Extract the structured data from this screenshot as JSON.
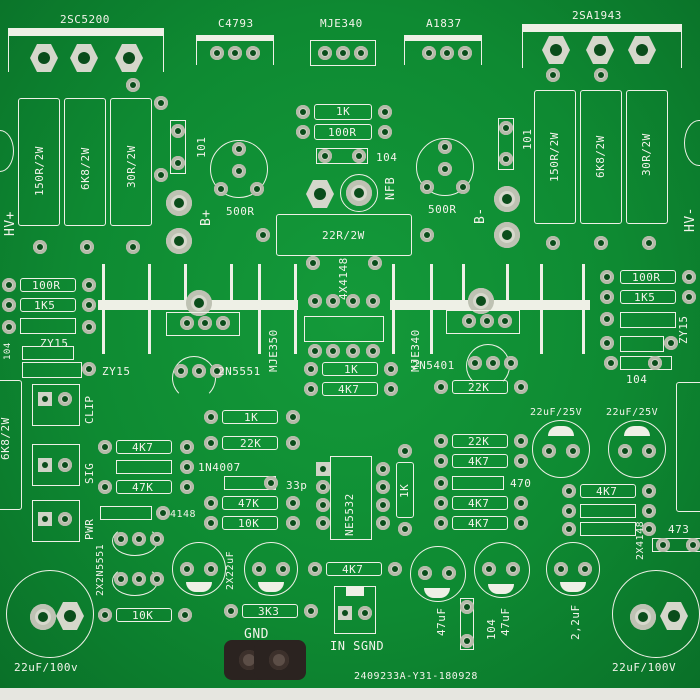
{
  "board": {
    "transistors_top": [
      "2SC5200",
      "C4793",
      "MJE340",
      "A1837",
      "2SA1943"
    ],
    "emitter_resistors_left": [
      "150R/2W",
      "6K8/2W",
      "30R/2W"
    ],
    "emitter_resistors_right": [
      "150R/2W",
      "6K8/2W",
      "30R/2W"
    ],
    "cap_101_left": "101",
    "cap_101_right": "101",
    "rail_pos": "B+",
    "rail_neg": "B-",
    "hv_pos": "HV+",
    "hv_neg": "HV-",
    "trim_left": "500R",
    "trim_right": "500R",
    "res_1k_top": "1K",
    "res_100r_top": "100R",
    "cap_104_top": "104",
    "nfb": "NFB",
    "res_22r": "22R/2W",
    "diodes_4x4148": "4X4148",
    "driver_left": "MJE350",
    "driver_right": "MJE340",
    "left_res_100r": "100R",
    "left_res_1k5": "1K5",
    "left_zy15_a": "ZY15",
    "left_104": "104",
    "left_zy15_b": "ZY15",
    "left_6k8": "6K8/2W",
    "right_res_100r": "100R",
    "right_res_1k5": "1K5",
    "right_zy15": "ZY15",
    "right_104": "104",
    "q_2n5551": "2N5551",
    "q_2n5401": "2N5401",
    "res_1k_mid": "1K",
    "res_4k7_mid": "4K7",
    "led_clip": "CLIP",
    "led_sig": "SIG",
    "led_pwr": "PWR",
    "res_4k7_left": "4K7",
    "d_1n4007": "1N4007",
    "res_47k_left": "47K",
    "d_4148": "4148",
    "res_1k_lower": "1K",
    "res_22k_lower": "22K",
    "cap_33p": "33p",
    "res_47k_lower": "47K",
    "res_10k_lower": "10K",
    "ic": "NE5532",
    "res_1k_ic": "1K",
    "r_22k_a": "22K",
    "r_22k_b": "22K",
    "r_4k7_c": "4K7",
    "cap_470": "470",
    "r_4k7_d": "4K7",
    "r_4k7_e": "4K7",
    "cap_22u25_a": "22uF/25V",
    "cap_22u25_b": "22uF/25V",
    "r_4k7_right": "4K7",
    "d_2x4148": "2X4148",
    "cap_473": "473",
    "q_2x2n5551": "2X2N5551",
    "cap_2x22uf": "2X22uF",
    "r_4k7_bottom": "4K7",
    "r_10k_bottom": "10K",
    "r_3k3": "3K3",
    "cap_47uf_a": "47uF",
    "cap_104_bottom": "104",
    "cap_47uf_b": "47uF",
    "cap_2_2uf": "2,2uF",
    "gnd": "GND",
    "in_sgnd": "IN SGND",
    "cap_22u100_left": "22uF/100v",
    "cap_22u100_right": "22uF/100V",
    "board_id": "2409233A-Y31-180928"
  }
}
